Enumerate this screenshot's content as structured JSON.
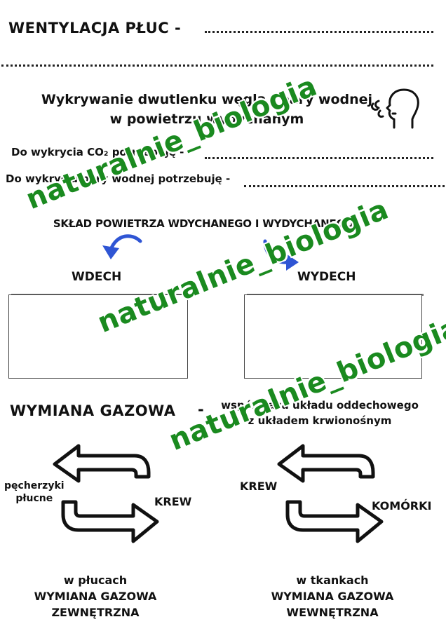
{
  "header": {
    "title": "WENTYLACJA PŁUC -"
  },
  "detection": {
    "subtitle_line1": "Wykrywanie dwutlenku węgla i pary wodnej",
    "subtitle_line2": "w powietrzu wydychanym",
    "co2_label": "Do wykrycia CO₂ potrzebuję -",
    "water_label": "Do wykrycia pary wodnej potrzebuję -",
    "icon": "breathing-face-icon"
  },
  "composition": {
    "heading": "SKŁAD POWIETRZA WDYCHANEGO I WYDYCHANEGO",
    "inhale_label": "WDECH",
    "exhale_label": "WYDECH",
    "arrow_color": "#2f55d4"
  },
  "gas_exchange": {
    "heading": "WYMIANA GAZOWA",
    "dash": "-",
    "desc_line1": "współpraca układu oddechowego",
    "desc_line2": "z układem krwionośnym",
    "lungs": {
      "left_label_line1": "pęcherzyki",
      "left_label_line2": "płucne",
      "right_label": "KREW",
      "cap_line1": "w płucach",
      "cap_line2": "WYMIANA GAZOWA",
      "cap_line3": "ZEWNĘTRZNA"
    },
    "tissues": {
      "left_label": "KREW",
      "right_label": "KOMÓRKI",
      "cap_line1": "w tkankach",
      "cap_line2": "WYMIANA GAZOWA",
      "cap_line3": "WEWNĘTRZNA"
    }
  },
  "watermark": {
    "text": "naturalnie_biologia",
    "color": "#1a8a1f"
  }
}
